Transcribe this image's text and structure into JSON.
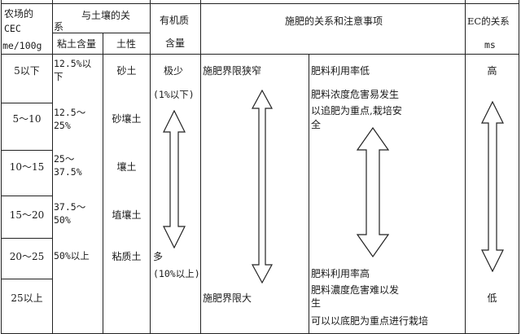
{
  "headers": {
    "cec_line1": "农场的",
    "cec_line2": "CEC",
    "cec_unit": "me/100g",
    "soil_relation_line1": "与土壤的关",
    "soil_relation_line2": "系",
    "clay_content": "粘土含量",
    "soil_type": "土性",
    "organic_line1": "有机质",
    "organic_line2": "含量",
    "fertilization": "施肥的关系和注意事项",
    "ec": "EC的关系",
    "ec_unit": "ms"
  },
  "rows": [
    {
      "cec": "5以下",
      "clay": [
        "12.5%以",
        "下"
      ],
      "soil": "砂土"
    },
    {
      "cec": "5～10",
      "clay": [
        "12.5～",
        "25%"
      ],
      "soil": "砂壤土"
    },
    {
      "cec": "10～15",
      "clay": [
        "25～",
        "37.5%"
      ],
      "soil": "壤土"
    },
    {
      "cec": "15～20",
      "clay": [
        "37.5～",
        "50%"
      ],
      "soil": "埴壤土"
    },
    {
      "cec": "20～25",
      "clay": [
        "50%以上"
      ],
      "soil": "粘质土"
    },
    {
      "cec": "25以上",
      "clay": [],
      "soil": ""
    }
  ],
  "organic": {
    "low": "极少",
    "low_range": "(1%以下)",
    "high": "多",
    "high_range": "(10%以上)"
  },
  "fertilization": {
    "limit_narrow": "施肥界限狭窄",
    "limit_wide": "施肥界限大",
    "notes_low": [
      "肥料利用率低",
      "肥料浓度危害易发生",
      "以追肥为重点,栽培安",
      "全"
    ],
    "notes_high": [
      "肥料利用率高",
      "肥料濃度危害难以发",
      "生",
      "可以以底肥为重点进行栽培"
    ]
  },
  "ec": {
    "high": "高",
    "low": "低"
  },
  "colors": {
    "line": "#222222",
    "text": "#1a1a1a",
    "arrow_fill": "#ffffff"
  }
}
